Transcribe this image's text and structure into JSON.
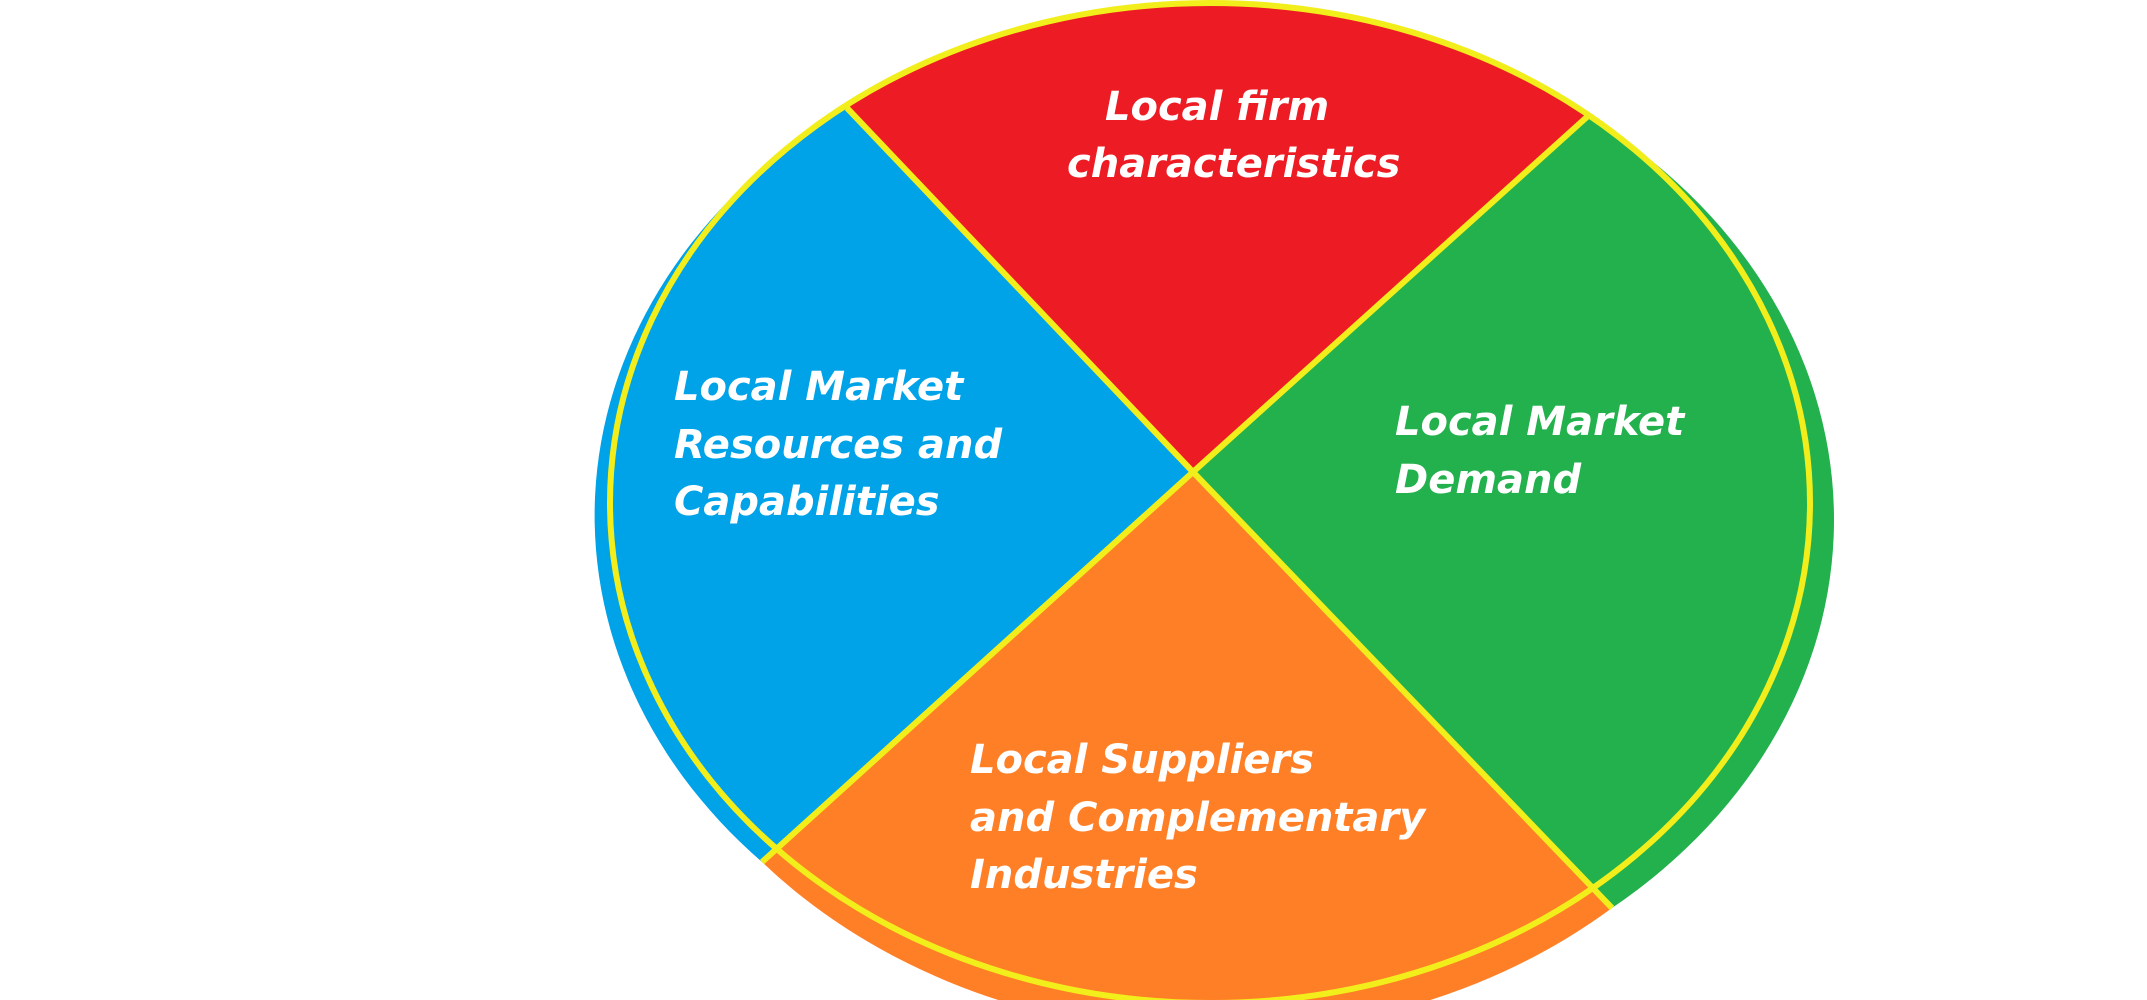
{
  "diagram": {
    "outline_color": "#f2ee1c",
    "segments": [
      {
        "key": "top",
        "label_lines": [
          "Local firm",
          "characteristics"
        ],
        "color": "#ed1c24"
      },
      {
        "key": "left",
        "label_lines": [
          "Local Market",
          "Resources and",
          "Capabilities"
        ],
        "color": "#00a2e8"
      },
      {
        "key": "right",
        "label_lines": [
          "Local Market",
          "Demand"
        ],
        "color": "#22b14c"
      },
      {
        "key": "bottom",
        "label_lines": [
          "Local Suppliers",
          "and Complementary",
          "Industries"
        ],
        "color": "#ff7f27"
      }
    ]
  }
}
